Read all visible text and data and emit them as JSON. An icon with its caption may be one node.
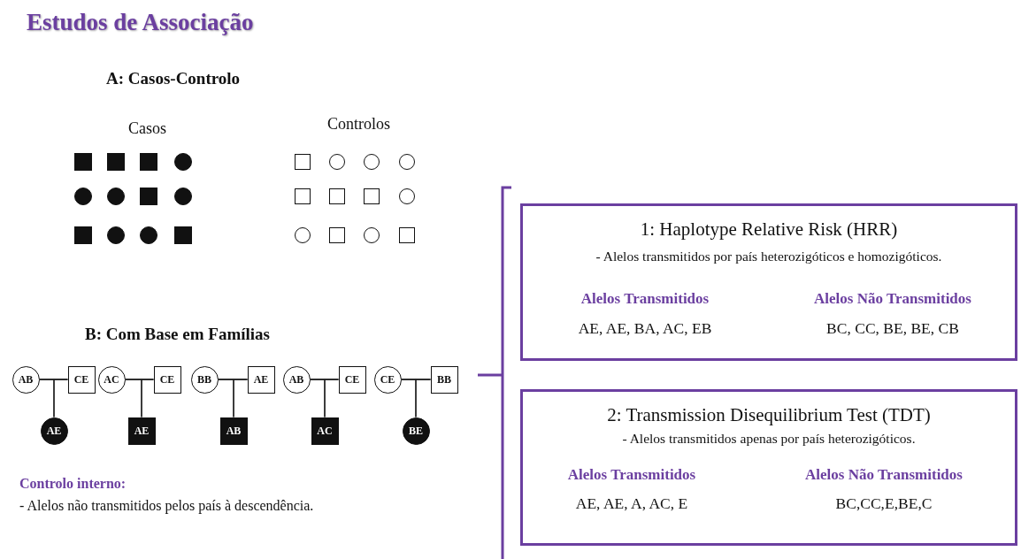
{
  "diagram": {
    "title": "Estudos de Associação",
    "nodes": [
      {
        "text": [],
        "shape": "box"
      },
      {
        "text": [],
        "shape": "box"
      },
      {
        "text": [],
        "shape": "box"
      },
      {
        "text": [],
        "shape": "circle"
      },
      {
        "text": [],
        "shape": "circle"
      },
      {
        "text": [],
        "shape": "circle"
      },
      {
        "text": [],
        "shape": "box"
      },
      {
        "text": [],
        "shape": "circle"
      },
      {
        "text": [],
        "shape": "box"
      },
      {
        "text": [],
        "shape": "circle"
      },
      {
        "text": [],
        "shape": "circle"
      },
      {
        "text": [],
        "shape": "box"
      },
      {
        "text": [],
        "shape": "box"
      },
      {
        "text": [],
        "shape": "circle"
      },
      {
        "text": [],
        "shape": "circle"
      },
      {
        "text": [],
        "shape": "circle"
      },
      {
        "text": [],
        "shape": "box"
      },
      {
        "text": [],
        "shape": "box"
      },
      {
        "text": [],
        "shape": "box"
      },
      {
        "text": [],
        "shape": "circle"
      },
      {
        "text": [],
        "shape": "circle"
      },
      {
        "text": [],
        "shape": "box"
      },
      {
        "text": [],
        "shape": "circle"
      },
      {
        "text": [],
        "shape": "box"
      },
      {
        "text": [
          "1: Haplotype Relative Risk (HRR)",
          "- Alelos transmitidos por país heterozigóticos e homozigóticos.",
          "Alelos Transmitidos",
          "Alelos Não Transmitidos",
          "AE, AE, BA, AC, EB",
          "BC, CC, BE, BE, CB"
        ]
      },
      {
        "text": [
          "AB"
        ]
      },
      {
        "text": [
          "CE"
        ]
      },
      {
        "text": [
          "AC"
        ]
      },
      {
        "text": [
          "CE"
        ]
      },
      {
        "text": [
          "BB"
        ]
      },
      {
        "text": [
          "AE"
        ]
      },
      {
        "text": [
          "AB"
        ]
      },
      {
        "text": [
          "CE"
        ]
      },
      {
        "text": [
          "CE"
        ]
      },
      {
        "text": [
          "BB"
        ]
      },
      {
        "text": [
          "AE"
        ]
      },
      {
        "text": [
          "AE"
        ]
      },
      {
        "text": [
          "AB"
        ]
      },
      {
        "text": [
          "AC"
        ]
      },
      {
        "text": [
          "BE"
        ]
      },
      {
        "text": [
          "2: Transmission Disequilibrium Test (TDT)",
          "- Alelos transmitidos apenas por país heterozigóticos.",
          "Alelos Transmitidos",
          "Alelos Não Transmitidos",
          "AE, AE, A, AC, E",
          "BC,CC,E,BE,C"
        ]
      }
    ],
    "edges": [
      {
        "from": 25,
        "to": 26,
        "arrow": "none"
      },
      {
        "from": 25,
        "to": 35,
        "arrow": "none"
      },
      {
        "from": 26,
        "to": 35,
        "arrow": "none"
      },
      {
        "from": 27,
        "to": 28,
        "arrow": "none"
      },
      {
        "from": 27,
        "to": 36,
        "arrow": "none"
      },
      {
        "from": 28,
        "to": 36,
        "arrow": "none"
      },
      {
        "from": 29,
        "to": 30,
        "arrow": "none"
      },
      {
        "from": 29,
        "to": 37,
        "arrow": "none"
      },
      {
        "from": 30,
        "to": 37,
        "arrow": "none"
      },
      {
        "from": 31,
        "to": 32,
        "arrow": "none"
      },
      {
        "from": 31,
        "to": 38,
        "arrow": "none"
      },
      {
        "from": 32,
        "to": 38,
        "arrow": "none"
      },
      {
        "from": 33,
        "to": 34,
        "arrow": "none"
      },
      {
        "from": 33,
        "to": 39,
        "arrow": "none"
      },
      {
        "from": 34,
        "to": 39,
        "arrow": "none"
      }
    ],
    "labels": [
      "A: Casos-Controlo",
      "Casos",
      "Controlos",
      "B: Com Base em Famílias",
      "Controlo interno:",
      "- Alelos não transmitidos pelos país à descendência."
    ]
  }
}
